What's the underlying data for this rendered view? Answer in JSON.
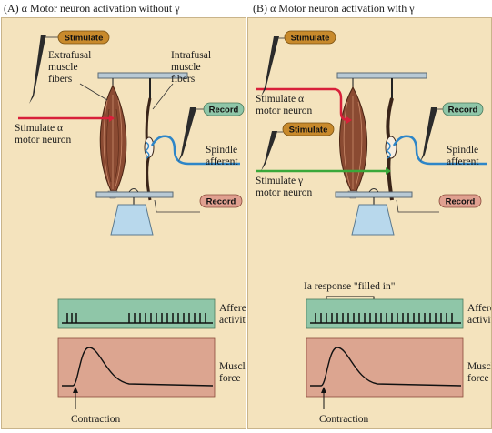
{
  "panels": [
    {
      "title": "(A)  α Motor neuron activation without γ",
      "stimulate_pill": "Stimulate",
      "record_pill_top": "Record",
      "record_pill_bottom": "Record",
      "extrafusal_label": [
        "Extrafusal",
        "muscle",
        "fibers"
      ],
      "intrafusal_label": [
        "Intrafusal",
        "muscle",
        "fibers"
      ],
      "stim_alpha_label": [
        "Stimulate α",
        "motor neuron"
      ],
      "spindle_label": [
        "Spindle",
        "afferent"
      ],
      "afferent_label": [
        "Afferent",
        "activity"
      ],
      "force_label": [
        "Muscle",
        "force"
      ],
      "contraction_label": "Contraction"
    },
    {
      "title": "(B)  α Motor neuron activation with γ",
      "stimulate_pill_top": "Stimulate",
      "stimulate_pill_mid": "Stimulate",
      "record_pill_top": "Record",
      "record_pill_bottom": "Record",
      "stim_alpha_label": [
        "Stimulate α",
        "motor neuron"
      ],
      "stim_gamma_label": [
        "Stimulate γ",
        "motor neuron"
      ],
      "spindle_label": [
        "Spindle",
        "afferent"
      ],
      "ia_label": "Ia response \"filled in\"",
      "afferent_label": [
        "Afferent",
        "activity"
      ],
      "force_label": [
        "Muscle",
        "force"
      ],
      "contraction_label": "Contraction"
    }
  ],
  "colors": {
    "background": "#f4e3bd",
    "alpha_axon": "#d8203a",
    "gamma_axon": "#3aa83a",
    "spindle_afferent": "#2e86c8",
    "stimulate_pill": "#c88a2c",
    "record_pill_green": "#8fc6a8",
    "record_pill_pink": "#e0a090",
    "afferent_box": "#8fc6a8",
    "force_box": "#dca590"
  }
}
